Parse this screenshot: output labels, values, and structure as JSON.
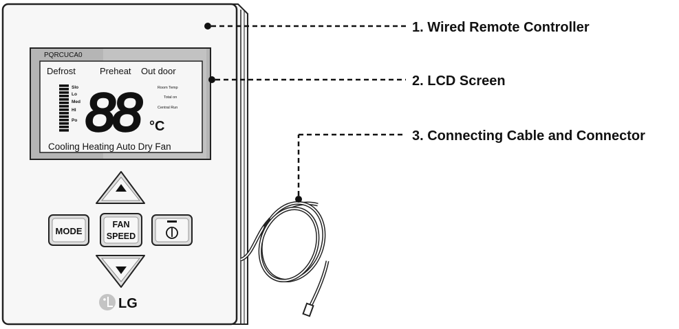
{
  "callouts": [
    {
      "label": "1. Wired Remote Controller"
    },
    {
      "label": "2. LCD Screen"
    },
    {
      "label": "3. Connecting Cable and Connector"
    }
  ],
  "lcd": {
    "model": "PQRCUCA0",
    "top_modes": [
      "Defrost",
      "Preheat",
      "Out door"
    ],
    "fan_levels": [
      "Slo",
      "Lo",
      "Med",
      "HI",
      "Po"
    ],
    "digits": "88",
    "unit": "°C",
    "indicators": [
      "Room Temp",
      "Total on",
      "Central Run"
    ],
    "bottom_modes": "Cooling Heating Auto Dry Fan"
  },
  "buttons": {
    "mode": "MODE",
    "fan_line1": "FAN",
    "fan_line2": "SPEED"
  },
  "brand": "LG"
}
